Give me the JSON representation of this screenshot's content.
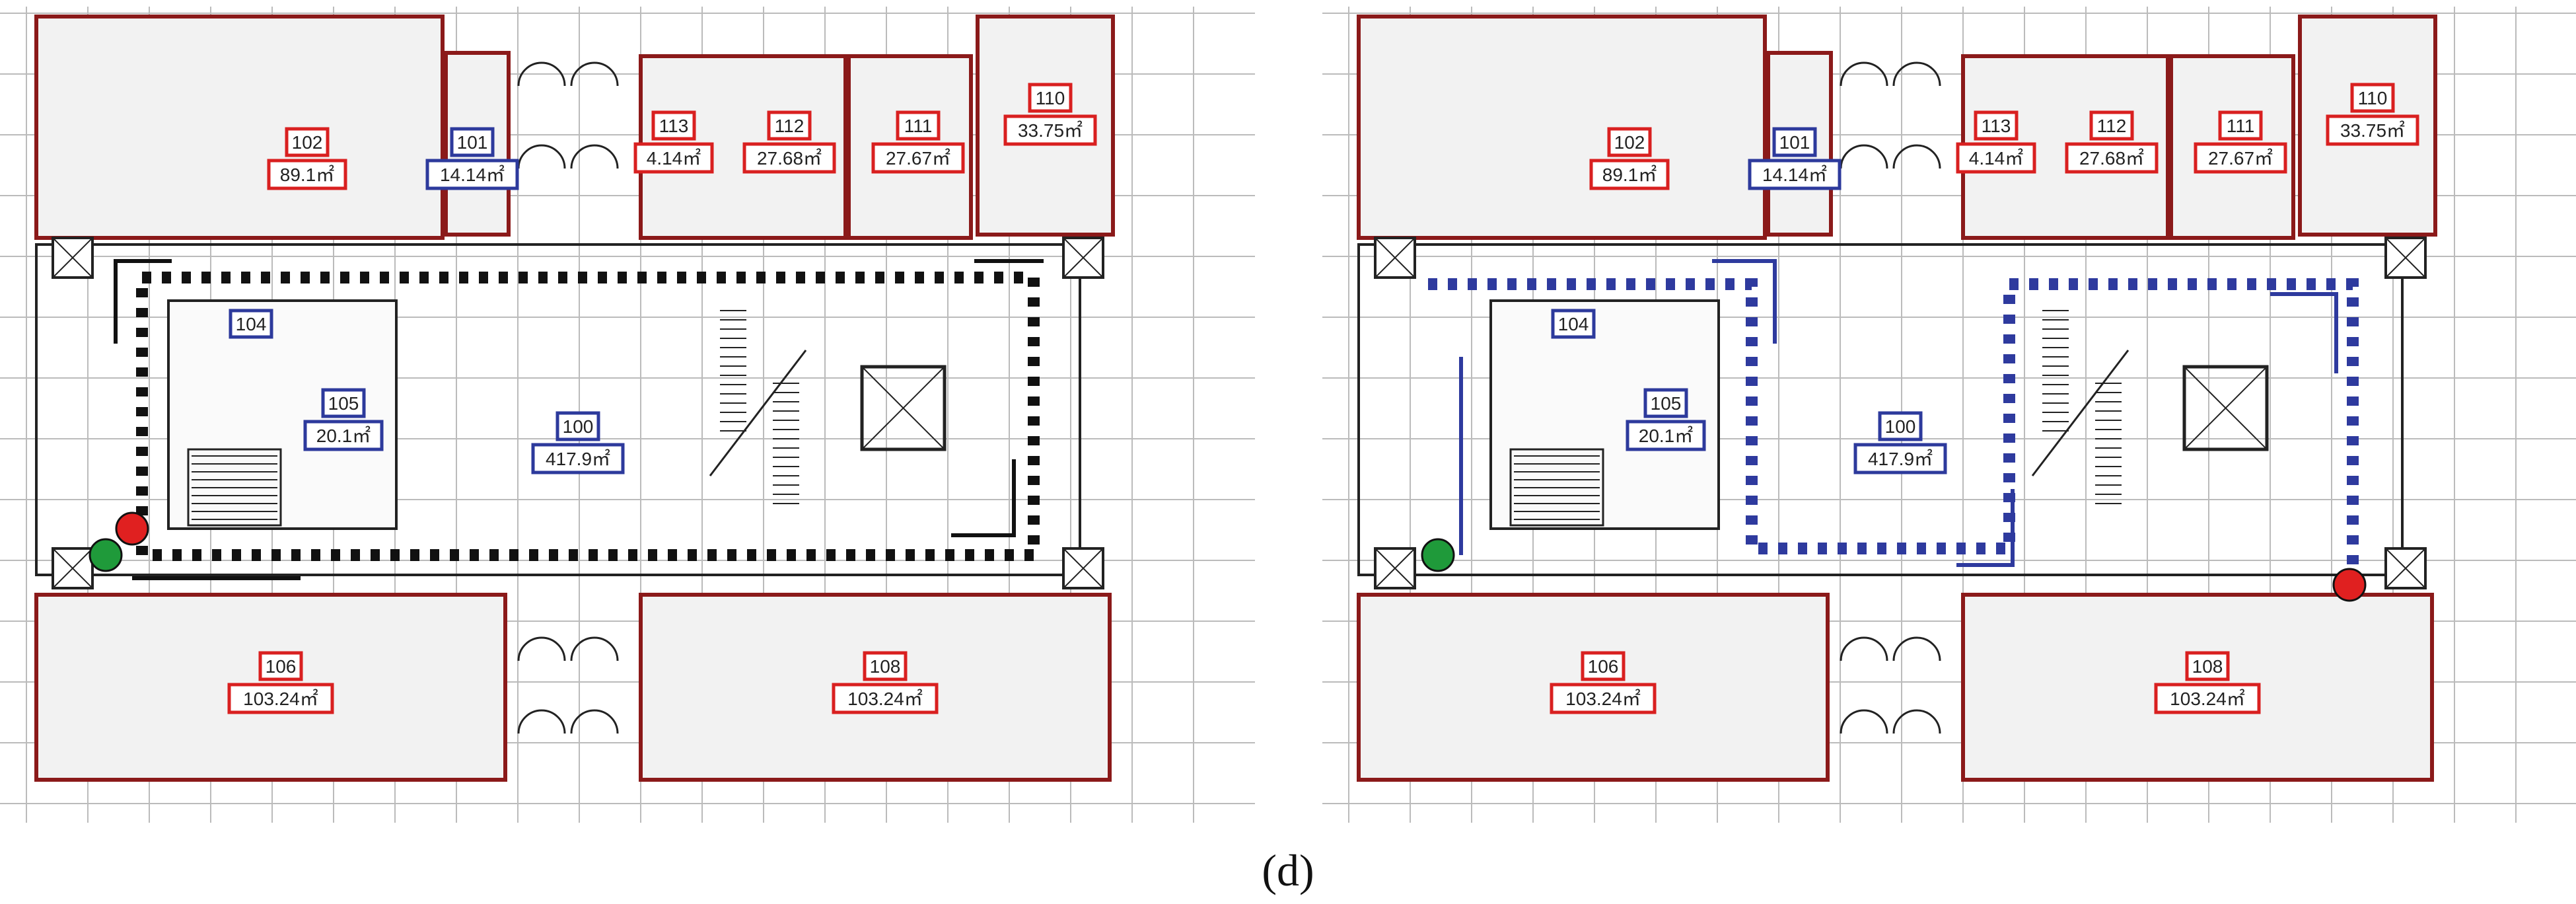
{
  "caption": "(d)",
  "colors": {
    "wall": "#8b1a1a",
    "outline": "#222222",
    "red_label": "#d92020",
    "blue_label": "#2d3a9c",
    "black_path": "#111111",
    "blue_path": "#2e3a9e",
    "start_marker": "#1f9a3a",
    "end_marker": "#e02020",
    "grid": "#bbbbbb",
    "room_fill": "#f2f2f2"
  },
  "plans": [
    {
      "path_style": "black",
      "rooms": [
        {
          "id": "102",
          "area": "89.1㎡",
          "tag": "red"
        },
        {
          "id": "101",
          "area": "14.14㎡",
          "tag": "blue"
        },
        {
          "id": "113",
          "area": "4.14㎡",
          "tag": "red"
        },
        {
          "id": "112",
          "area": "27.68㎡",
          "tag": "red"
        },
        {
          "id": "111",
          "area": "27.67㎡",
          "tag": "red"
        },
        {
          "id": "110",
          "area": "33.75㎡",
          "tag": "red"
        },
        {
          "id": "104",
          "area": "",
          "tag": "blue"
        },
        {
          "id": "105",
          "area": "20.1㎡",
          "tag": "blue"
        },
        {
          "id": "100",
          "area": "417.9㎡",
          "tag": "blue"
        },
        {
          "id": "106",
          "area": "103.24㎡",
          "tag": "red"
        },
        {
          "id": "108",
          "area": "103.24㎡",
          "tag": "red"
        }
      ]
    },
    {
      "path_style": "blue",
      "rooms": [
        {
          "id": "102",
          "area": "89.1㎡",
          "tag": "red"
        },
        {
          "id": "101",
          "area": "14.14㎡",
          "tag": "blue"
        },
        {
          "id": "113",
          "area": "4.14㎡",
          "tag": "red"
        },
        {
          "id": "112",
          "area": "27.68㎡",
          "tag": "red"
        },
        {
          "id": "111",
          "area": "27.67㎡",
          "tag": "red"
        },
        {
          "id": "110",
          "area": "33.75㎡",
          "tag": "red"
        },
        {
          "id": "104",
          "area": "",
          "tag": "blue"
        },
        {
          "id": "105",
          "area": "20.1㎡",
          "tag": "blue"
        },
        {
          "id": "100",
          "area": "417.9㎡",
          "tag": "blue"
        },
        {
          "id": "106",
          "area": "103.24㎡",
          "tag": "red"
        },
        {
          "id": "108",
          "area": "103.24㎡",
          "tag": "red"
        }
      ]
    }
  ]
}
